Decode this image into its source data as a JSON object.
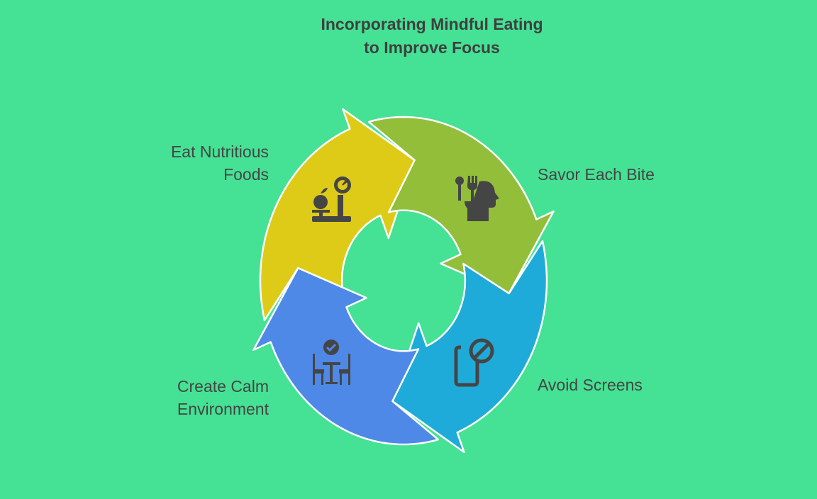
{
  "title": {
    "line1": "Incorporating Mindful Eating",
    "line2": "to Improve Focus"
  },
  "steps": [
    {
      "id": "eat-nutritious-foods",
      "line1": "Eat Nutritious",
      "line2": "Foods",
      "color": "#DDCB18",
      "icon": "apple-scale-icon"
    },
    {
      "id": "savor-each-bite",
      "line1": "Savor Each Bite",
      "color": "#93BE3A",
      "icon": "head-with-utensils-icon"
    },
    {
      "id": "avoid-screens",
      "line1": "Avoid Screens",
      "color": "#1FABD9",
      "icon": "phone-prohibited-icon"
    },
    {
      "id": "create-calm-environment",
      "line1": "Create Calm",
      "line2": "Environment",
      "color": "#4E89E8",
      "icon": "table-chairs-check-icon"
    }
  ],
  "colors": {
    "background": "#45E194",
    "icon": "#454545",
    "outline": "#FFFFFF"
  }
}
